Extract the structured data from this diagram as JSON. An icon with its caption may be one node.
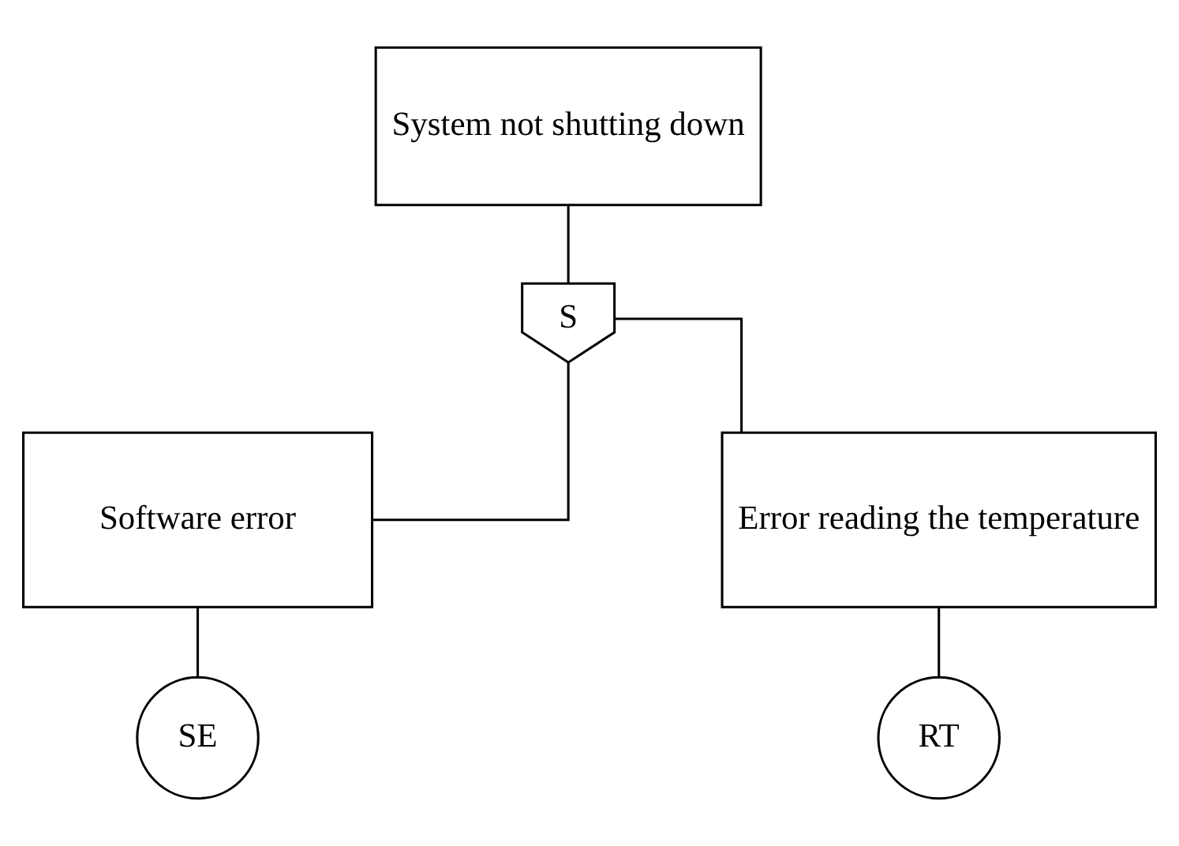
{
  "diagram": {
    "nodes": [
      {
        "text": [
          "System not shutting down"
        ]
      },
      {
        "text": [
          "S"
        ]
      },
      {
        "text": [
          "Software error"
        ]
      },
      {
        "text": [
          "Error reading the temperature"
        ]
      },
      {
        "text": [
          "SE"
        ]
      },
      {
        "text": [
          "RT"
        ]
      }
    ],
    "edges": [
      {
        "from": 0,
        "to": 1,
        "arrow": "none"
      },
      {
        "from": 1,
        "to": 2,
        "arrow": "none"
      },
      {
        "from": 1,
        "to": 3,
        "arrow": "none"
      },
      {
        "from": 2,
        "to": 4,
        "arrow": "none"
      },
      {
        "from": 3,
        "to": 5,
        "arrow": "none"
      }
    ]
  }
}
